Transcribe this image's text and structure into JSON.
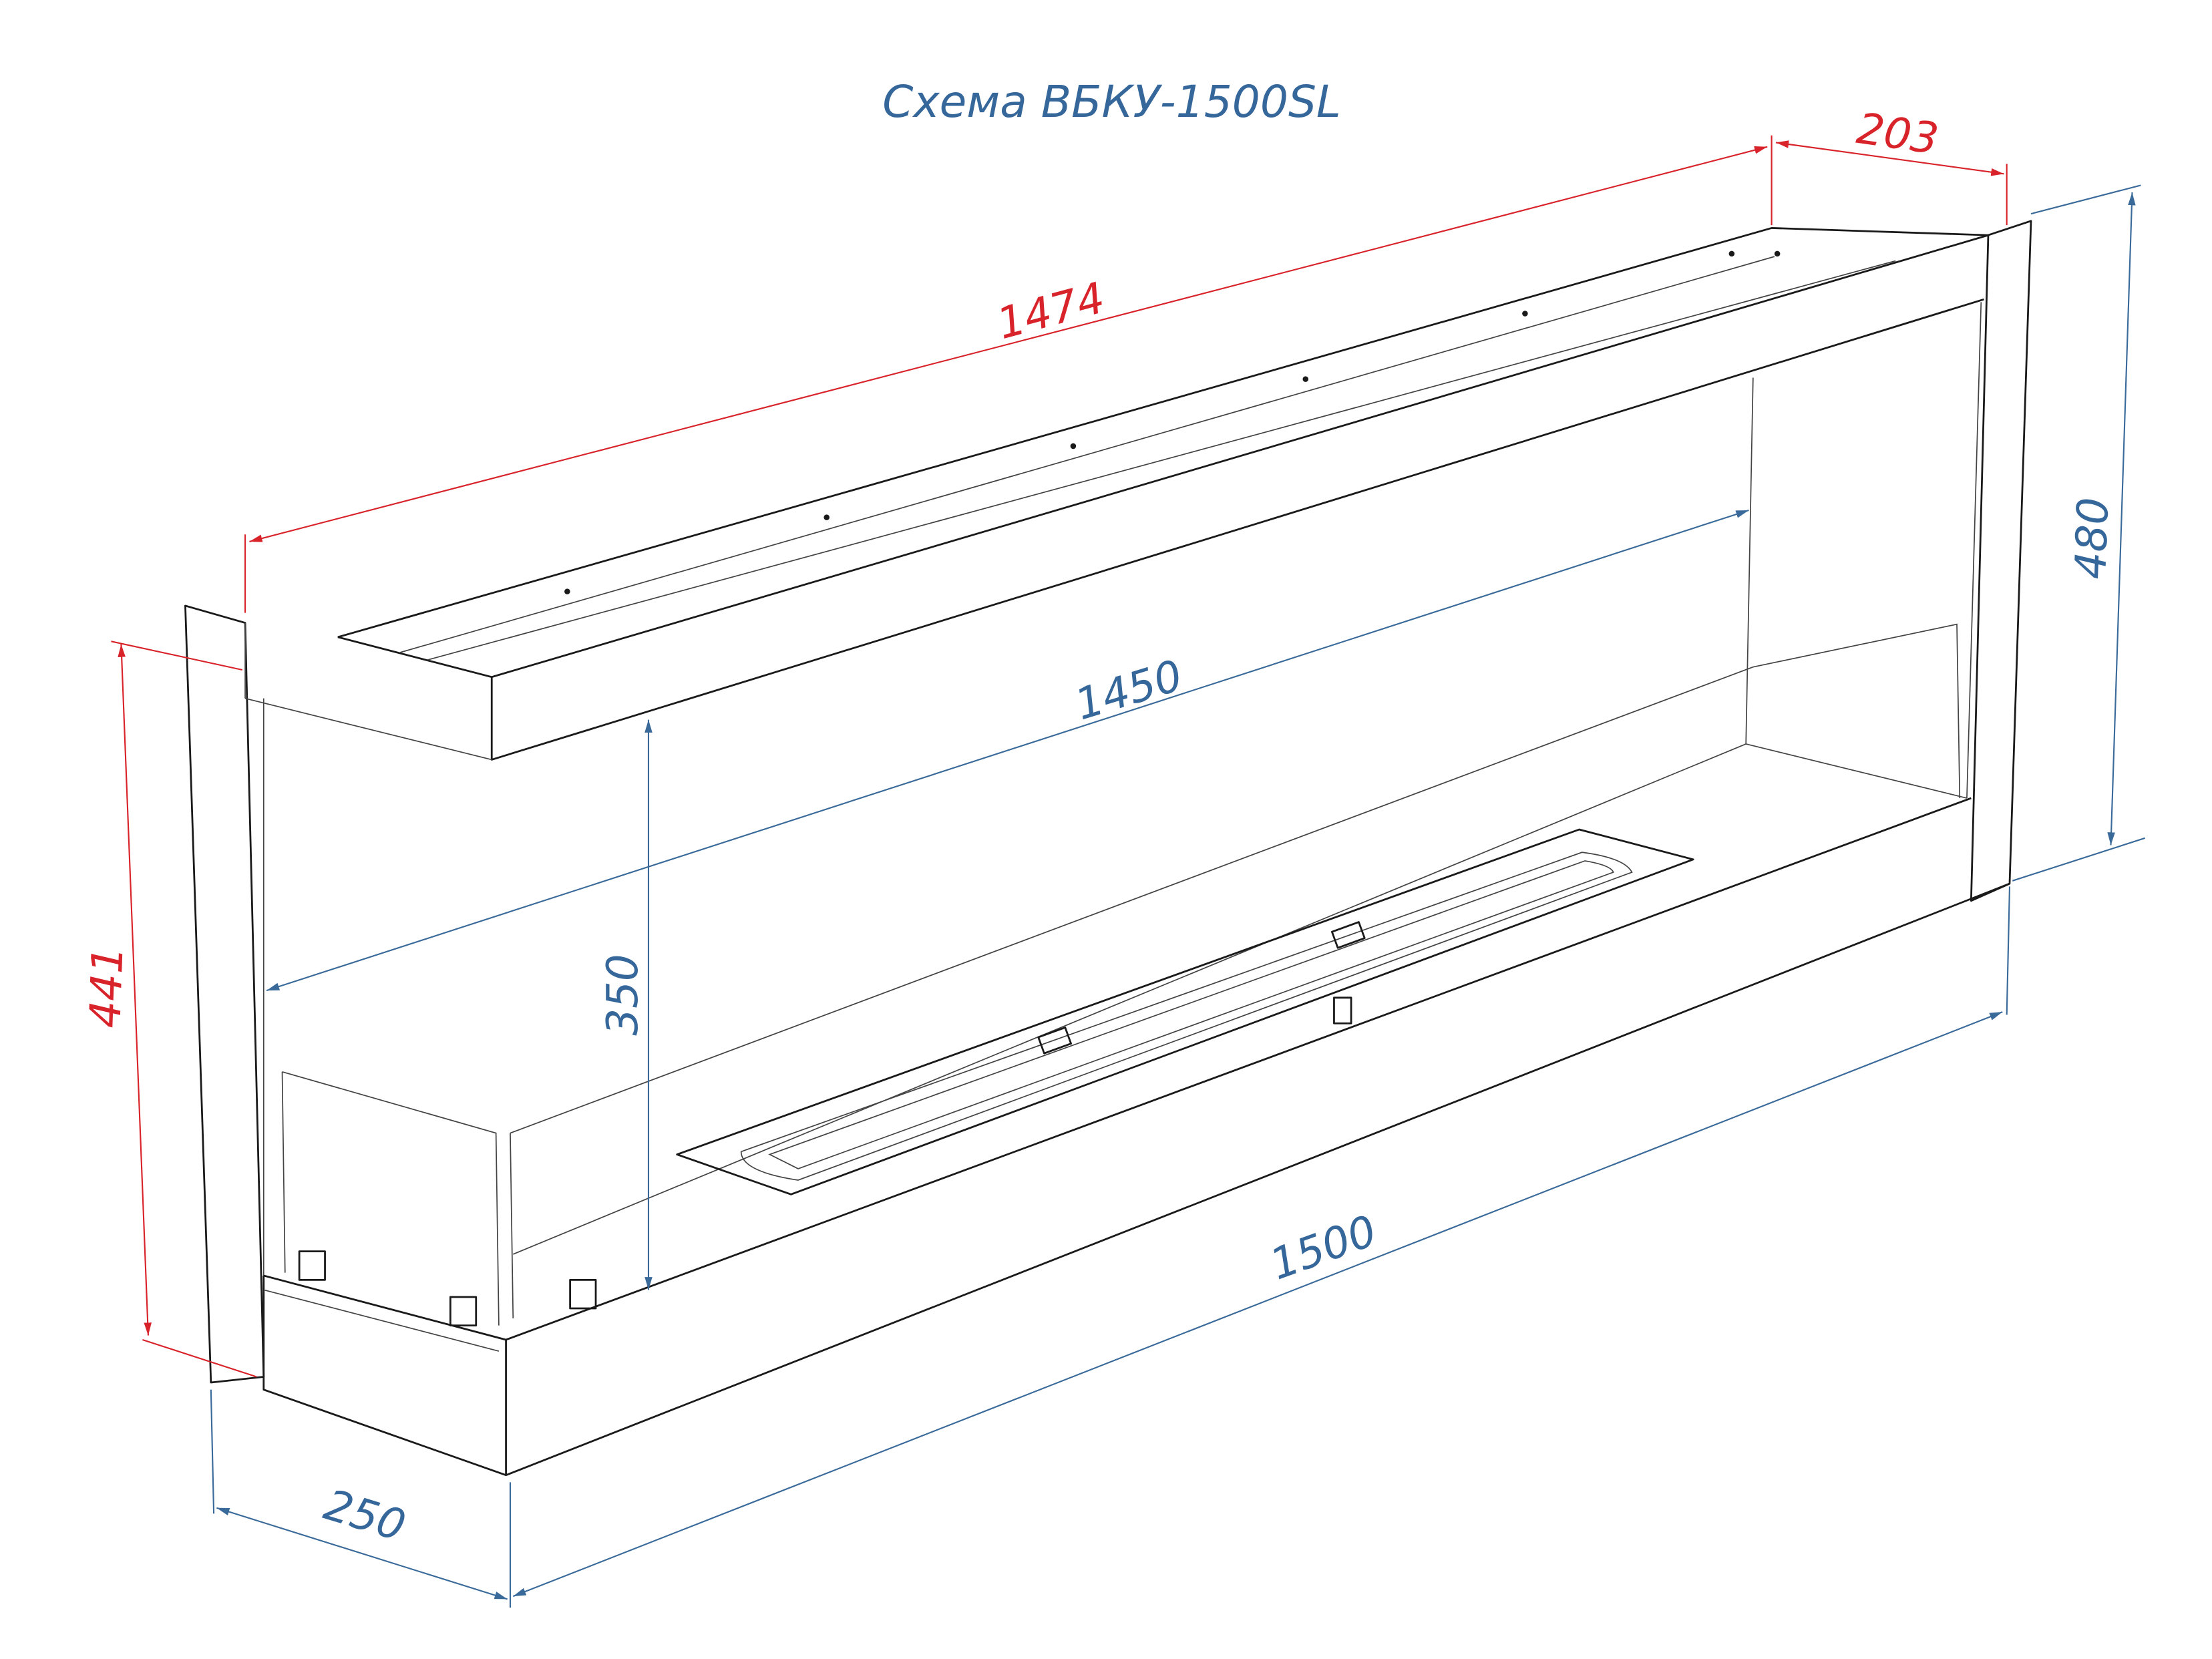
{
  "title": "Схема ВБКУ-1500SL",
  "dimensions": {
    "length_top": "1474",
    "depth_top": "203",
    "height_right": "480",
    "height_left": "441",
    "inner_length": "1450",
    "inner_height": "350",
    "length_base": "1500",
    "depth_base": "250"
  },
  "colors": {
    "red_dim": "#d9232a",
    "blue_dim": "#36679a",
    "outline": "#1a1a1a"
  }
}
